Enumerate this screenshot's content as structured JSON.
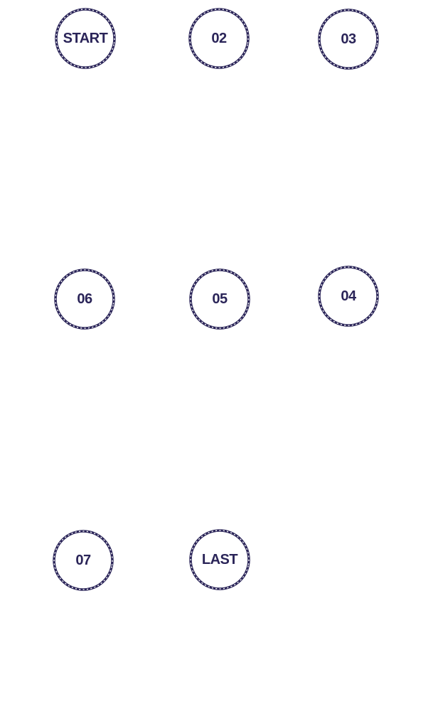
{
  "colors": {
    "ring_stroke": "#2a2458",
    "ring_highlight": "#ffffff",
    "label_text": "#2a2458",
    "background": "#ffffff"
  },
  "steps": [
    {
      "label": "START"
    },
    {
      "label": "02"
    },
    {
      "label": "03"
    },
    {
      "label": "04"
    },
    {
      "label": "05"
    },
    {
      "label": "06"
    },
    {
      "label": "07"
    },
    {
      "label": "LAST"
    }
  ]
}
